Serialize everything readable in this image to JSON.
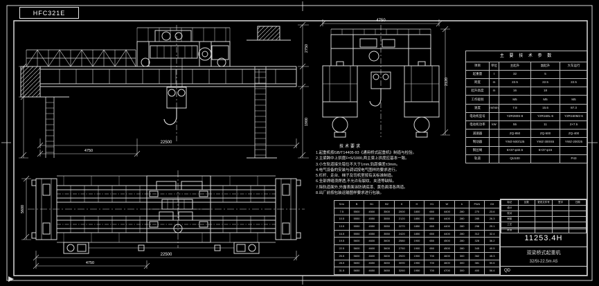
{
  "meta": {
    "background": "#000000",
    "line_color": "#d9d9d9"
  },
  "frame": {
    "corner_label": "HFC321E"
  },
  "dims": {
    "elev_span": "22500",
    "elev_left": "4750",
    "elev_h1": "2750",
    "elev_h2": "1900",
    "end_gauge": "4750",
    "end_b": "2120",
    "plan_span": "22500",
    "plan_b": "4750",
    "plan_gauge": "5600"
  },
  "notes": {
    "title": "技术要求",
    "items": [
      "1.起重机按GB/T14405-93《通用桥式起重机》制造与检验。",
      "2.主梁跨中上拱度F=S/1000,两主梁上拱度应基本一致。",
      "3.小车轨道接头错位不大于1mm,轨距偏差±3mm。",
      "4.电气设备的安装与调试按电气图样的要求进行。",
      "5.栏杆、走台、梯子及司机室按有关标准制造。",
      "6.全部焊缝须焊透,不允许有裂纹、夹渣等缺陷。",
      "7.除轨道面外,外露表面涂防锈底漆、黄色面漆各两道。",
      "8.出厂前按包装运输图样要求进行包装。"
    ]
  },
  "param_table": {
    "title": "主 要 技 术 参 数",
    "rows": [
      [
        "项目",
        "单位",
        "主起升",
        "副起升",
        "大车运行"
      ],
      [
        "起重量",
        "t",
        "32",
        "5",
        ""
      ],
      [
        "跨度",
        "m",
        "22.5",
        "22.5",
        "22.5"
      ],
      [
        "起升高度",
        "m",
        "16",
        "18",
        ""
      ],
      [
        "工作级别",
        "",
        "M5",
        "M5",
        "M5"
      ],
      [
        "速度",
        "m/min",
        "7.8",
        "15.6",
        "87.3"
      ],
      [
        "电动机型号",
        "",
        "YZR280S-8",
        "YZR160L-6",
        "YZR160M2-6"
      ],
      [
        "电动机功率",
        "kW",
        "55",
        "11",
        "2×7.5"
      ],
      [
        "减速器",
        "",
        "ZQ-850",
        "ZQ-500",
        "ZQ-400"
      ],
      [
        "制动器",
        "",
        "YWZ-500/125",
        "YWZ-300/45",
        "YWZ-200/25"
      ],
      [
        "钢丝绳",
        "",
        "6×37-φ32.5",
        "6×37-φ15",
        ""
      ],
      [
        "轨道",
        "",
        "QU100",
        "",
        "P43"
      ]
    ]
  },
  "dim_table": {
    "rows": [
      [
        "S/m",
        "B",
        "B1",
        "B2",
        "K",
        "H",
        "H1",
        "W",
        "h",
        "P/kN",
        "G/t"
      ],
      [
        "7.5",
        "5500",
        "4500",
        "3500",
        "2000",
        "1800",
        "650",
        "4400",
        "280",
        "270",
        "23.6"
      ],
      [
        "10.5",
        "5550",
        "4550",
        "3550",
        "2120",
        "1850",
        "650",
        "4400",
        "280",
        "285",
        "26.3"
      ],
      [
        "13.5",
        "5550",
        "4550",
        "3550",
        "2270",
        "1850",
        "650",
        "4400",
        "280",
        "298",
        "29.1"
      ],
      [
        "16.5",
        "5550",
        "4550",
        "3550",
        "2420",
        "1850",
        "650",
        "4400",
        "280",
        "312",
        "32.4"
      ],
      [
        "19.5",
        "5600",
        "4600",
        "3600",
        "2580",
        "1900",
        "650",
        "4500",
        "280",
        "328",
        "36.2"
      ],
      [
        "22.5",
        "5600",
        "4600",
        "3600",
        "2750",
        "1900",
        "650",
        "4500",
        "280",
        "345",
        "40.5"
      ],
      [
        "25.5",
        "5600",
        "4600",
        "3600",
        "2920",
        "1900",
        "700",
        "4600",
        "300",
        "362",
        "45.3"
      ],
      [
        "28.5",
        "5650",
        "4650",
        "3650",
        "3090",
        "1950",
        "700",
        "4600",
        "300",
        "381",
        "50.6"
      ],
      [
        "31.5",
        "5650",
        "4650",
        "3650",
        "3260",
        "1950",
        "700",
        "4700",
        "300",
        "400",
        "56.4"
      ]
    ]
  },
  "title_block": {
    "sig": {
      "rows": [
        [
          "标记",
          "处数",
          "更改文件号",
          "签字",
          "日期"
        ],
        [
          "设计",
          "",
          "",
          "",
          ""
        ],
        [
          "校对",
          "",
          "",
          "",
          ""
        ],
        [
          "审核",
          "",
          "",
          "",
          ""
        ],
        [
          "工艺",
          "",
          "",
          "",
          ""
        ],
        [
          "批准",
          "",
          "",
          "",
          ""
        ]
      ]
    },
    "drawing_no": "11253.4H",
    "product_name": "双梁桥式起重机",
    "spec": "32/5t-22.5m A5",
    "code": "QD"
  }
}
